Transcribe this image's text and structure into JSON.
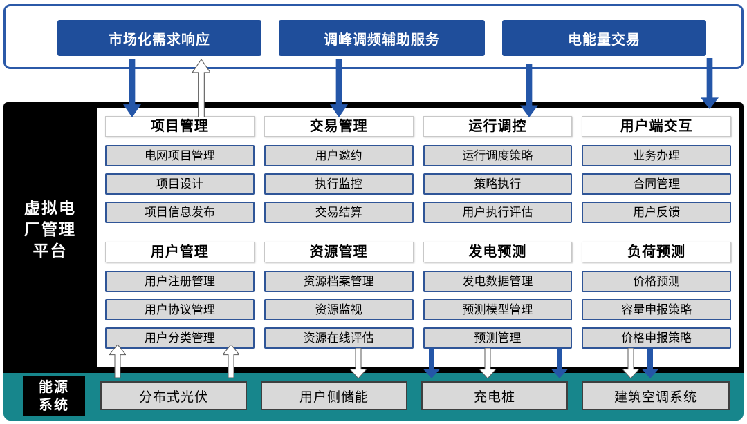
{
  "top_services": [
    "市场化需求响应",
    "调峰调频辅助服务",
    "电能量交易"
  ],
  "platform": {
    "label": "虚拟电\n厂管理\n平台",
    "groups": [
      {
        "title": "项目管理",
        "items": [
          "电网项目管理",
          "项目设计",
          "项目信息发布"
        ]
      },
      {
        "title": "交易管理",
        "items": [
          "用户邀约",
          "执行监控",
          "交易结算"
        ]
      },
      {
        "title": "运行调控",
        "items": [
          "运行调度策略",
          "策略执行",
          "用户执行评估"
        ]
      },
      {
        "title": "用户端交互",
        "items": [
          "业务办理",
          "合同管理",
          "用户反馈"
        ]
      },
      {
        "title": "用户管理",
        "items": [
          "用户注册管理",
          "用户协议管理",
          "用户分类管理"
        ]
      },
      {
        "title": "资源管理",
        "items": [
          "资源档案管理",
          "资源监视",
          "资源在线评估"
        ]
      },
      {
        "title": "发电预测",
        "items": [
          "发电数据管理",
          "预测模型管理",
          "预测管理"
        ]
      },
      {
        "title": "负荷预测",
        "items": [
          "价格预测",
          "容量申报策略",
          "价格申报策略"
        ]
      }
    ]
  },
  "energy_system": {
    "label": "能源\n系统",
    "items": [
      "分布式光伏",
      "用户侧储能",
      "充电桩",
      "建筑空调系统"
    ]
  },
  "colors": {
    "service_blue": "#1F4E9B",
    "arrow_blue": "#2456A8",
    "band_border_blue": "#2B59A8",
    "item_gray": "#D9D9D9",
    "item_border_blue": "#2F5597",
    "panel_black": "#000000",
    "energy_teal": "#17868C",
    "energy_item_border": "#3F3F3F"
  }
}
